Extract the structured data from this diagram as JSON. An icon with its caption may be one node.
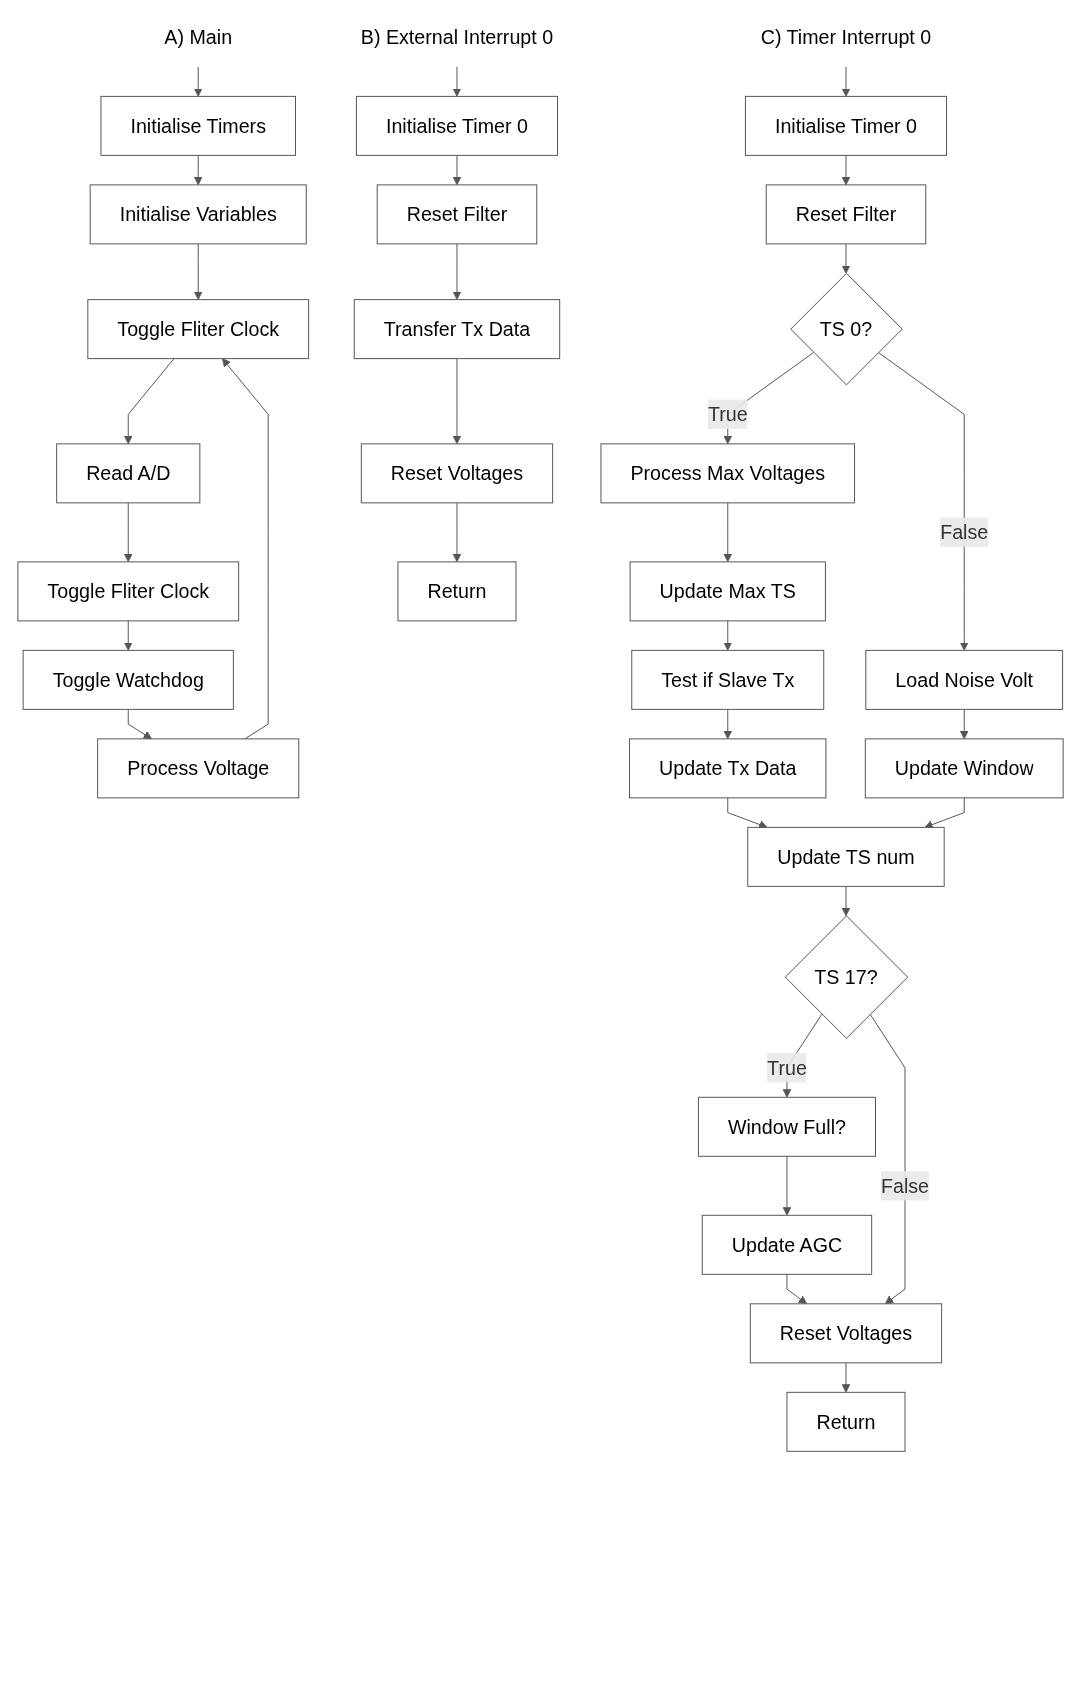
{
  "diagram": {
    "nodes": [
      {
        "text": [
          "A) Main"
        ]
      },
      {
        "text": [
          "Initialise Timers"
        ]
      },
      {
        "text": [
          "Initialise Variables"
        ]
      },
      {
        "text": [
          "Toggle Fliter Clock"
        ]
      },
      {
        "text": [
          "Read A/D"
        ]
      },
      {
        "text": [
          "Toggle Fliter Clock"
        ]
      },
      {
        "text": [
          "Toggle Watchdog"
        ]
      },
      {
        "text": [
          "Process Voltage"
        ]
      },
      {
        "text": [
          "B) External Interrupt 0"
        ]
      },
      {
        "text": [
          "Initialise Timer 0"
        ]
      },
      {
        "text": [
          "Reset Filter"
        ]
      },
      {
        "text": [
          "Transfer Tx Data"
        ]
      },
      {
        "text": [
          "Reset Voltages"
        ]
      },
      {
        "text": [
          "Return"
        ]
      },
      {
        "text": [
          "C) Timer Interrupt 0"
        ]
      },
      {
        "text": [
          "Initialise Timer 0"
        ]
      },
      {
        "text": [
          "Reset Filter"
        ]
      },
      {
        "text": [
          "TS 0?"
        ]
      },
      {
        "text": [
          "Process Max Voltages"
        ]
      },
      {
        "text": [
          "Load Noise Volt"
        ]
      },
      {
        "text": [
          "Update Max TS"
        ]
      },
      {
        "text": [
          "Update Window"
        ]
      },
      {
        "text": [
          "Test if Slave Tx"
        ]
      },
      {
        "text": [
          "Update Tx Data"
        ]
      },
      {
        "text": [
          "Update TS num"
        ]
      },
      {
        "text": [
          "TS 17?"
        ]
      },
      {
        "text": [
          "Window Full?"
        ]
      },
      {
        "text": [
          "Update AGC"
        ]
      },
      {
        "text": [
          "Reset Voltages"
        ]
      },
      {
        "text": [
          "Return"
        ]
      }
    ],
    "edges": [
      {
        "from": 0,
        "to": 1,
        "arrow": "to"
      },
      {
        "from": 1,
        "to": 2,
        "arrow": "to"
      },
      {
        "from": 2,
        "to": 3,
        "arrow": "to"
      },
      {
        "from": 3,
        "to": 4,
        "arrow": "to"
      },
      {
        "from": 4,
        "to": 5,
        "arrow": "to"
      },
      {
        "from": 5,
        "to": 6,
        "arrow": "to"
      },
      {
        "from": 6,
        "to": 7,
        "arrow": "to"
      },
      {
        "from": 7,
        "to": 3,
        "arrow": "to"
      },
      {
        "from": 8,
        "to": 9,
        "arrow": "to"
      },
      {
        "from": 9,
        "to": 10,
        "arrow": "to"
      },
      {
        "from": 10,
        "to": 11,
        "arrow": "to"
      },
      {
        "from": 11,
        "to": 12,
        "arrow": "to"
      },
      {
        "from": 12,
        "to": 13,
        "arrow": "to"
      },
      {
        "from": 14,
        "to": 15,
        "arrow": "to"
      },
      {
        "from": 15,
        "to": 16,
        "arrow": "to"
      },
      {
        "from": 16,
        "to": 17,
        "arrow": "to"
      },
      {
        "from": 17,
        "to": 18,
        "label": "True",
        "arrow": "to"
      },
      {
        "from": 17,
        "to": 19,
        "label": "False",
        "arrow": "to"
      },
      {
        "from": 18,
        "to": 20,
        "arrow": "to"
      },
      {
        "from": 19,
        "to": 21,
        "arrow": "to"
      },
      {
        "from": 20,
        "to": 22,
        "arrow": "to"
      },
      {
        "from": 22,
        "to": 23,
        "arrow": "to"
      },
      {
        "from": 23,
        "to": 24,
        "arrow": "to"
      },
      {
        "from": 21,
        "to": 24,
        "arrow": "to"
      },
      {
        "from": 24,
        "to": 25,
        "arrow": "to"
      },
      {
        "from": 25,
        "to": 26,
        "label": "True",
        "arrow": "to"
      },
      {
        "from": 25,
        "to": 28,
        "label": "False",
        "arrow": "to"
      },
      {
        "from": 26,
        "to": 27,
        "arrow": "to"
      },
      {
        "from": 27,
        "to": 28,
        "arrow": "to"
      },
      {
        "from": 28,
        "to": 29,
        "arrow": "to"
      }
    ]
  }
}
